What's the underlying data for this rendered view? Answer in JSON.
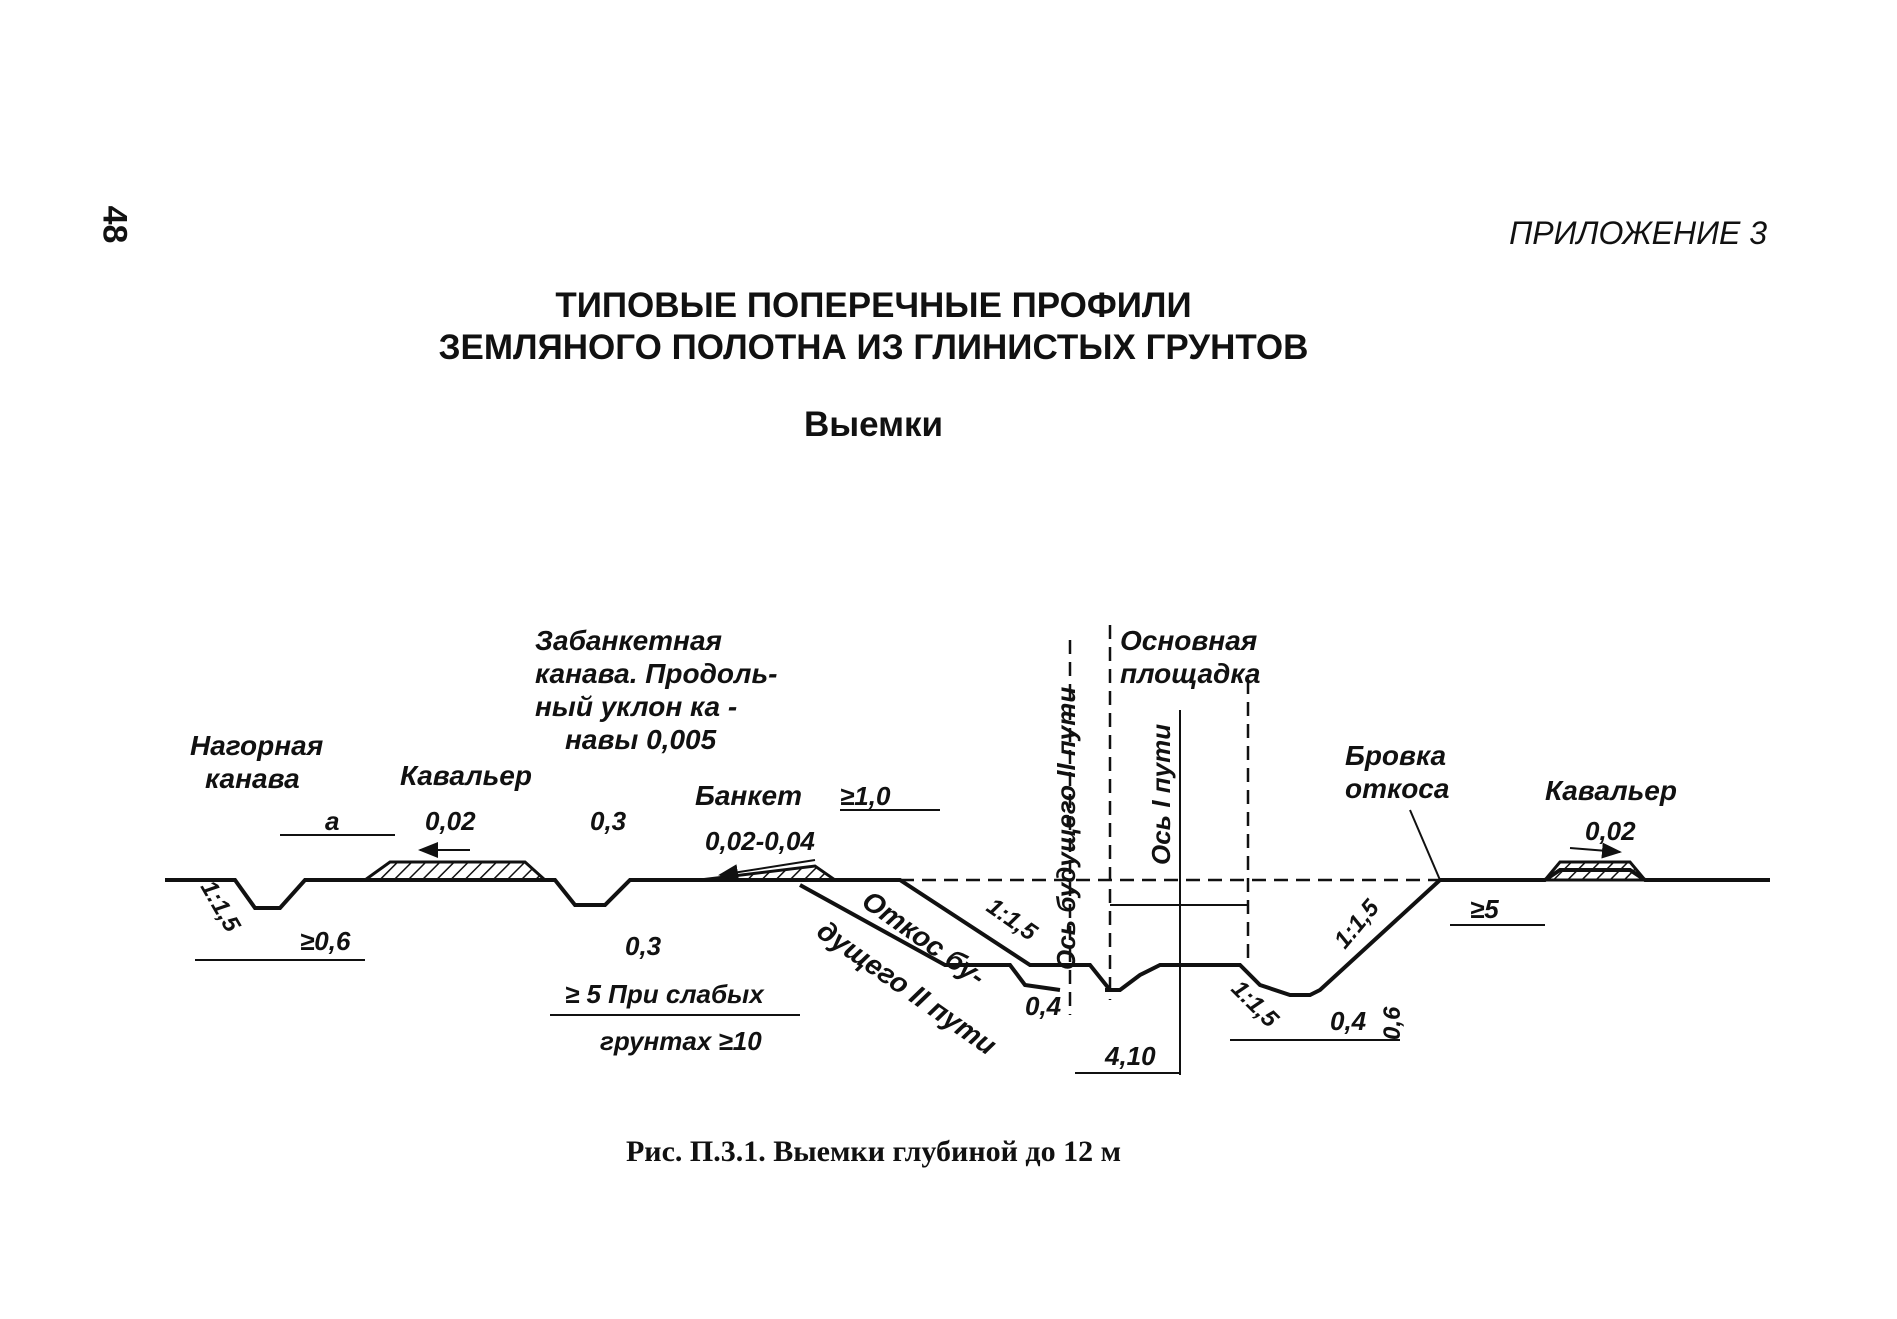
{
  "page_number": "48",
  "appendix": "ПРИЛОЖЕНИЕ 3",
  "title_line1": "ТИПОВЫЕ ПОПЕРЕЧНЫЕ ПРОФИЛИ",
  "title_line2": "ЗЕМЛЯНОГО ПОЛОТНА ИЗ ГЛИНИСТЫХ ГРУНТОВ",
  "subtitle": "Выемки",
  "caption": "Рис. П.3.1. Выемки глубиной до 12 м",
  "labels": {
    "upland_ditch_1": "Нагорная",
    "upland_ditch_2": "канава",
    "cavalier_left": "Кавальер",
    "cavalier_left_slope": "0,02",
    "zabanket_1": "Забанкетная",
    "zabanket_2": "канава. Продоль-",
    "zabanket_3": "ный уклон ка -",
    "zabanket_4": "навы 0,005",
    "banket": "Банкет",
    "ge_1_0": "≥1,0",
    "banket_slope": "0,02-0,04",
    "dim_a": "a",
    "slope_1_1_5": "1:1,5",
    "ge_0_6": "≥0,6",
    "dim_0_3": "0,3",
    "ge_5_weak_1": "≥ 5 При слабых",
    "ge_5_weak_2": "грунтах ≥10",
    "future_slope_1": "Откос бу-",
    "future_slope_2": "дущего II пути",
    "future_axis": "Ось будущего II пути",
    "main_platform_1": "Основная",
    "main_platform_2": "площадка",
    "axis_1": "Ось I пути",
    "dim_0_4": "0,4",
    "dim_4_10": "4,10",
    "dim_0_6": "0,6",
    "edge_1": "Бровка",
    "edge_2": "откоса",
    "cavalier_right": "Кавальер",
    "cavalier_right_slope": "0,02",
    "ge_5": "≥5"
  }
}
